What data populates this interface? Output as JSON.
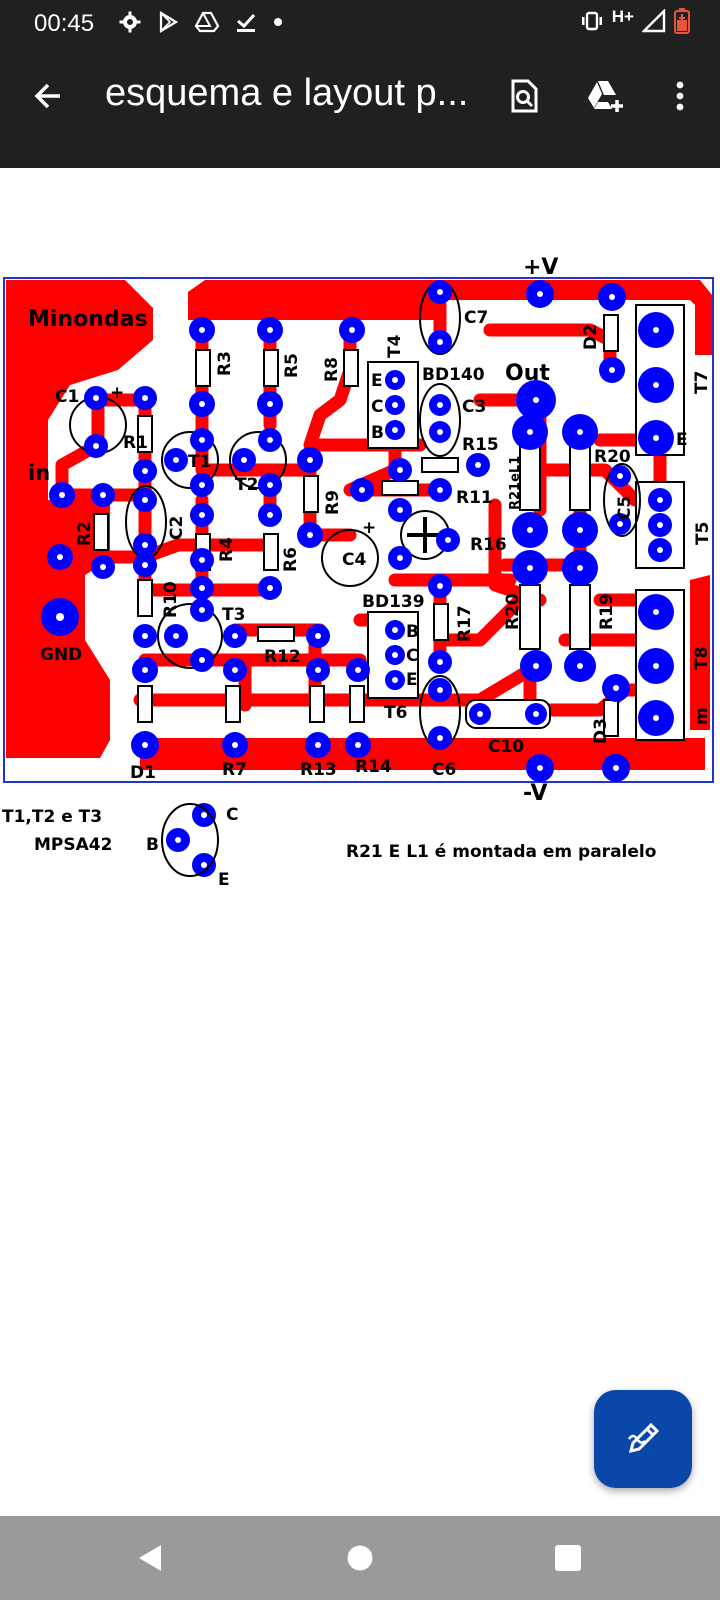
{
  "status_bar": {
    "time": "00:45",
    "network": "H+",
    "left_icons": [
      "gear-icon",
      "play-store-icon",
      "drive-icon",
      "download-done-icon",
      "dot-icon"
    ],
    "right_icons": [
      "vibrate-icon",
      "signal-icon",
      "battery-low-icon"
    ]
  },
  "toolbar": {
    "title": "esquema e layout p...",
    "back_icon": "arrow-back-icon",
    "actions": [
      "find-in-document-icon",
      "add-to-drive-icon",
      "more-vert-icon"
    ]
  },
  "document": {
    "board": {
      "title": "Minondas",
      "supply_pos": "+V",
      "supply_neg": "-V",
      "output": "Out",
      "input": "in",
      "ground": "GND",
      "labels": {
        "c1": "C1",
        "c2": "C2",
        "c3": "C3",
        "c4": "C4",
        "c5": "C5",
        "c6": "C6",
        "c7": "C7",
        "c10": "C10",
        "r1": "R1",
        "r2": "R2",
        "r3": "R3",
        "r4": "R4",
        "r5": "R5",
        "r6": "R6",
        "r7": "R7",
        "r8": "R8",
        "r9": "R9",
        "r10": "R10",
        "r11": "R11",
        "r12": "R12",
        "r13": "R13",
        "r14": "R14",
        "r15": "R15",
        "r16": "R16",
        "r17": "R17",
        "r19": "R19",
        "r20a": "R20",
        "r20b": "R20",
        "r21l1": "R21eL1",
        "t1": "T1",
        "t2": "T2",
        "t3": "T3",
        "t4": "T4",
        "t5": "T5",
        "t6": "T6",
        "t7": "T7",
        "t8": "T8",
        "bd140": "BD140",
        "bd139": "BD139",
        "d1": "D1",
        "d2": "D2",
        "d3": "D3",
        "pin_e": "E",
        "pin_c": "C",
        "pin_b": "B",
        "plus": "+",
        "m": "m"
      }
    },
    "legend": {
      "transistors": "T1,T2 e T3",
      "model": "MPSA42",
      "pin_b": "B",
      "pin_c": "C",
      "pin_e": "E",
      "note": "R21 E L1 é montada em paralelo"
    }
  },
  "fab": {
    "icon": "edit-pen-icon"
  },
  "nav_bar": {
    "back": "back-triangle-icon",
    "home": "home-circle-icon",
    "recents": "recents-square-icon"
  },
  "colors": {
    "toolbar_bg": "#202020",
    "trace_red": "#ff0000",
    "pad_blue": "#0000ff",
    "fab_blue": "#0b47a8",
    "navbar_gray": "#9a9a9a"
  }
}
